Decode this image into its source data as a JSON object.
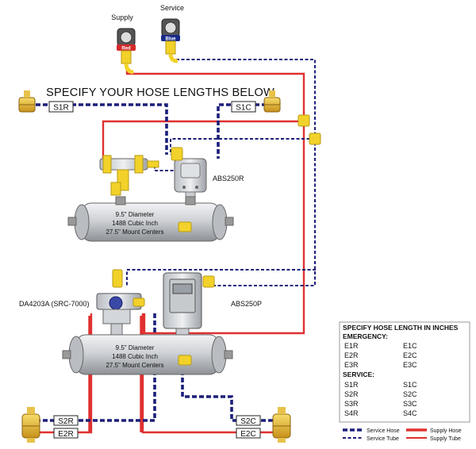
{
  "title": "SPECIFY YOUR HOSE LENGTHS BELOW",
  "gladhands": {
    "supply": {
      "label": "Supply",
      "tag": "Red",
      "color": "#d32a2a"
    },
    "service": {
      "label": "Service",
      "tag": "Blue",
      "color": "#1a2a8a"
    }
  },
  "valves": {
    "abs_top": "ABS250R",
    "abs_bottom": "ABS250P",
    "relay": "DA4203A  (SRC-7000)"
  },
  "tanks": {
    "top": {
      "line1": "9.5\" Diameter",
      "line2": "1488 Cubic Inch",
      "line3": "27.5\" Mount Centers"
    },
    "bottom": {
      "line1": "9.5\" Diameter",
      "line2": "1488 Cubic Inch",
      "line3": "27.5\" Mount Centers"
    }
  },
  "hose_labels": {
    "s1r": "S1R",
    "s1c": "S1C",
    "s2r": "S2R",
    "e2r": "E2R",
    "s2c": "S2C",
    "e2c": "E2C"
  },
  "panel": {
    "title": "SPECIFY HOSE LENGTH IN INCHES",
    "emergency_heading": "EMERGENCY:",
    "emergency": [
      [
        "E1R",
        "E1C"
      ],
      [
        "E2R",
        "E2C"
      ],
      [
        "E3R",
        "E3C"
      ]
    ],
    "service_heading": "SERVICE:",
    "service": [
      [
        "S1R",
        "S1C"
      ],
      [
        "S2R",
        "S2C"
      ],
      [
        "S3R",
        "S3C"
      ],
      [
        "S4R",
        "S4C"
      ]
    ]
  },
  "legend": {
    "service_hose": "Service Hose",
    "service_tube": "Service Tube",
    "supply_hose": "Supply Hose",
    "supply_tube": "Supply Tube"
  },
  "colors": {
    "supply": "#e03030",
    "service": "#1c1f7a",
    "fitting": "#f2d22a",
    "tank": "#c9ccd1",
    "chamber": "#e8b62a"
  }
}
